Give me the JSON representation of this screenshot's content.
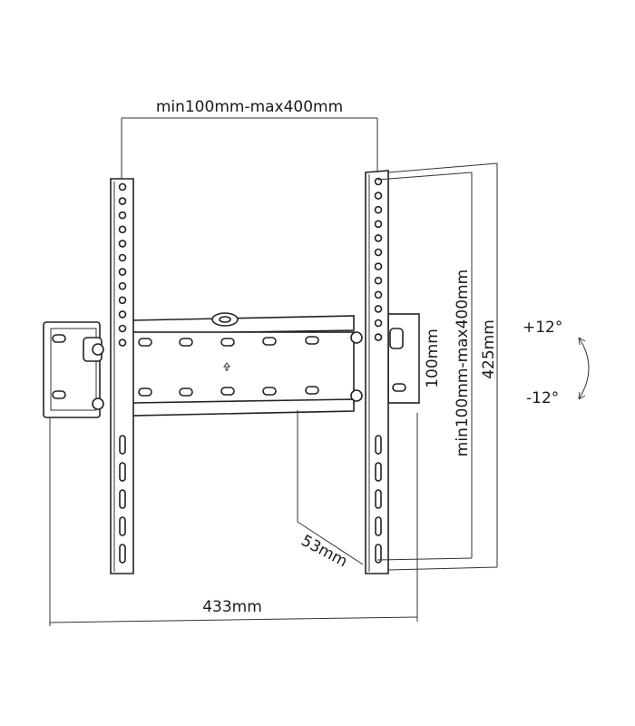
{
  "diagram": {
    "dimensions": {
      "vesa_width": "min100mm-max400mm",
      "vesa_height": "min100mm-max400mm",
      "bracket_height": "425mm",
      "wall_plate_height": "100mm",
      "wall_plate_width": "433mm",
      "depth": "53mm"
    },
    "tilt": {
      "up": "+12°",
      "down": "-12°"
    }
  }
}
